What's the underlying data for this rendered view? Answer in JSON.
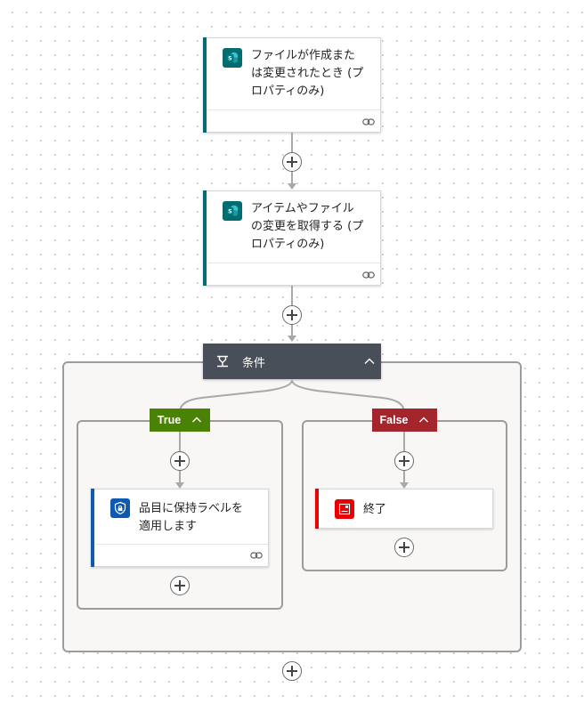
{
  "trigger": {
    "title_line1": "ファイルが作成また",
    "title_line2": "は変更されたとき (プ",
    "title_line3": "ロパティのみ)",
    "icon": "sharepoint-icon",
    "accent": "#036c70"
  },
  "action_get_changes": {
    "title_line1": "アイテムやファイル",
    "title_line2": "の変更を取得する (プ",
    "title_line3": "ロパティのみ)",
    "icon": "sharepoint-icon",
    "accent": "#036c70"
  },
  "condition": {
    "title": "条件",
    "icon": "condition-icon",
    "header_color": "#484f58"
  },
  "branches": {
    "true": {
      "label": "True",
      "color": "#498205",
      "action": {
        "title_line1": "品目に保持ラベルを",
        "title_line2": "適用します",
        "icon": "shield-lock-icon",
        "accent": "#0f5aaf"
      }
    },
    "false": {
      "label": "False",
      "color": "#a4262c",
      "action": {
        "title": "終了",
        "icon": "terminate-icon",
        "accent": "#ea0000"
      }
    }
  }
}
